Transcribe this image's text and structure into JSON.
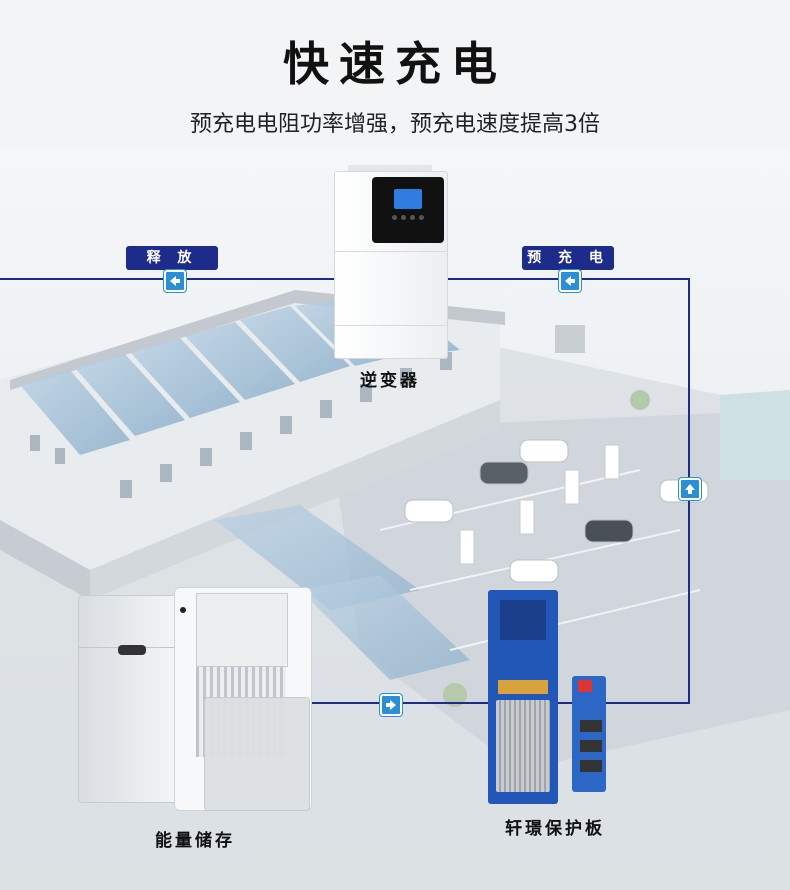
{
  "header": {
    "title": "快速充电",
    "subtitle": "预充电电阻功率增强，预充电速度提高3倍"
  },
  "flow": {
    "discharge_tag": "释 放",
    "precharge_tag": "预 充 电"
  },
  "devices": {
    "inverter_label": "逆变器",
    "storage_label": "能量储存",
    "bms_label": "轩璟保护板"
  },
  "colors": {
    "line": "#1d2b8a",
    "arrow": "#2a8fd6"
  }
}
